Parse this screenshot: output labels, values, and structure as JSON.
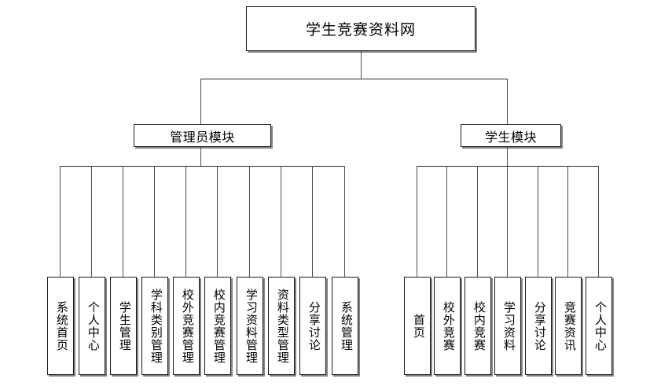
{
  "diagram": {
    "type": "tree",
    "title": "学生竞赛资料网",
    "root": {
      "label": "学生竞赛资料网"
    },
    "branches": [
      {
        "id": "admin",
        "label": "管理员模块",
        "leaves": [
          {
            "label": "系统首页"
          },
          {
            "label": "个人中心"
          },
          {
            "label": "学生管理"
          },
          {
            "label": "学科类别管理"
          },
          {
            "label": "校外竞赛管理"
          },
          {
            "label": "校内竞赛管理"
          },
          {
            "label": "学习资料管理"
          },
          {
            "label": "资料类型管理"
          },
          {
            "label": "分享讨论"
          },
          {
            "label": "系统管理"
          }
        ]
      },
      {
        "id": "student",
        "label": "学生模块",
        "leaves": [
          {
            "label": "首页"
          },
          {
            "label": "校外竞赛"
          },
          {
            "label": "校内竞赛"
          },
          {
            "label": "学习资料"
          },
          {
            "label": "分享讨论"
          },
          {
            "label": "竞赛资讯"
          },
          {
            "label": "个人中心"
          }
        ]
      }
    ],
    "colors": {
      "background": "#ffffff",
      "box_border": "#1a1a1a",
      "box_shadow": "#6e6e6e",
      "connector": "#2b2b2b",
      "text": "#000000"
    }
  }
}
